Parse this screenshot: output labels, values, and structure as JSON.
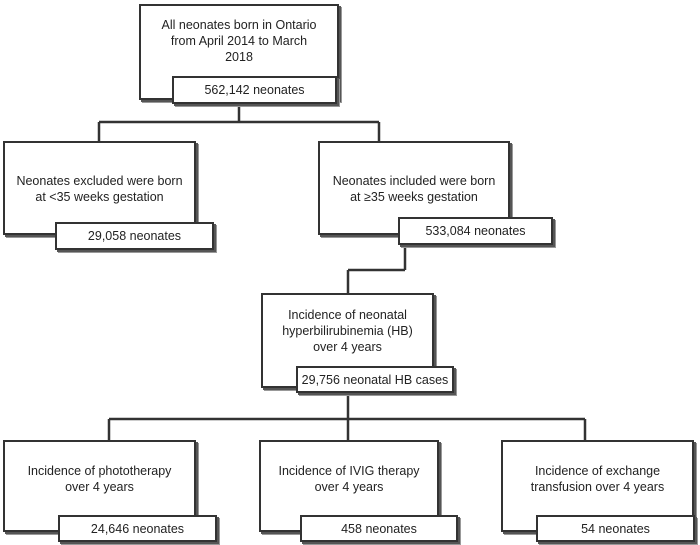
{
  "flowchart": {
    "root": {
      "text_lines": [
        "All neonates born in Ontario",
        "from April 2014 to March",
        "2018"
      ],
      "count": "562,142 neonates"
    },
    "excluded": {
      "text_lines": [
        "Neonates excluded were born",
        "at <35 weeks gestation"
      ],
      "count": "29,058 neonates"
    },
    "included": {
      "text_lines": [
        "Neonates included were born",
        "at ≥35 weeks gestation"
      ],
      "count": "533,084 neonates"
    },
    "incidence_hb": {
      "text_lines": [
        "Incidence of neonatal",
        "hyperbilirubinemia (HB)",
        "over 4 years"
      ],
      "count": "29,756 neonatal HB cases"
    },
    "phototherapy": {
      "text_lines": [
        "Incidence of phototherapy",
        "over 4 years"
      ],
      "count": "24,646 neonates"
    },
    "ivig": {
      "text_lines": [
        "Incidence of IVIG therapy",
        "over 4 years"
      ],
      "count": "458 neonates"
    },
    "exchange": {
      "text_lines": [
        "Incidence of exchange",
        "transfusion over 4 years"
      ],
      "count": "54 neonates"
    }
  }
}
